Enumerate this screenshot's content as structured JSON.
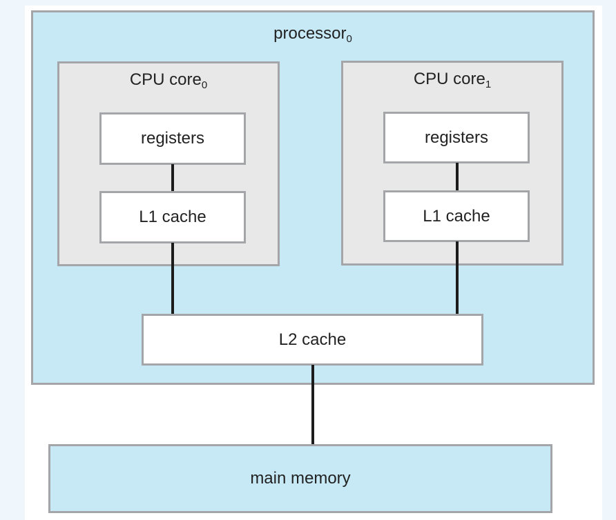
{
  "diagram": {
    "processor": {
      "label": "processor",
      "subscript": "0"
    },
    "cores": [
      {
        "label": "CPU core",
        "subscript": "0",
        "registers": "registers",
        "l1": "L1 cache"
      },
      {
        "label": "CPU core",
        "subscript": "1",
        "registers": "registers",
        "l1": "L1 cache"
      }
    ],
    "l2": "L2 cache",
    "memory": "main memory",
    "colors": {
      "processor_fill": "#c6e9f5",
      "core_fill": "#e8e8e8",
      "cache_fill": "#ffffff",
      "border": "#a3a5a8",
      "connector": "#1c1c1c"
    }
  }
}
